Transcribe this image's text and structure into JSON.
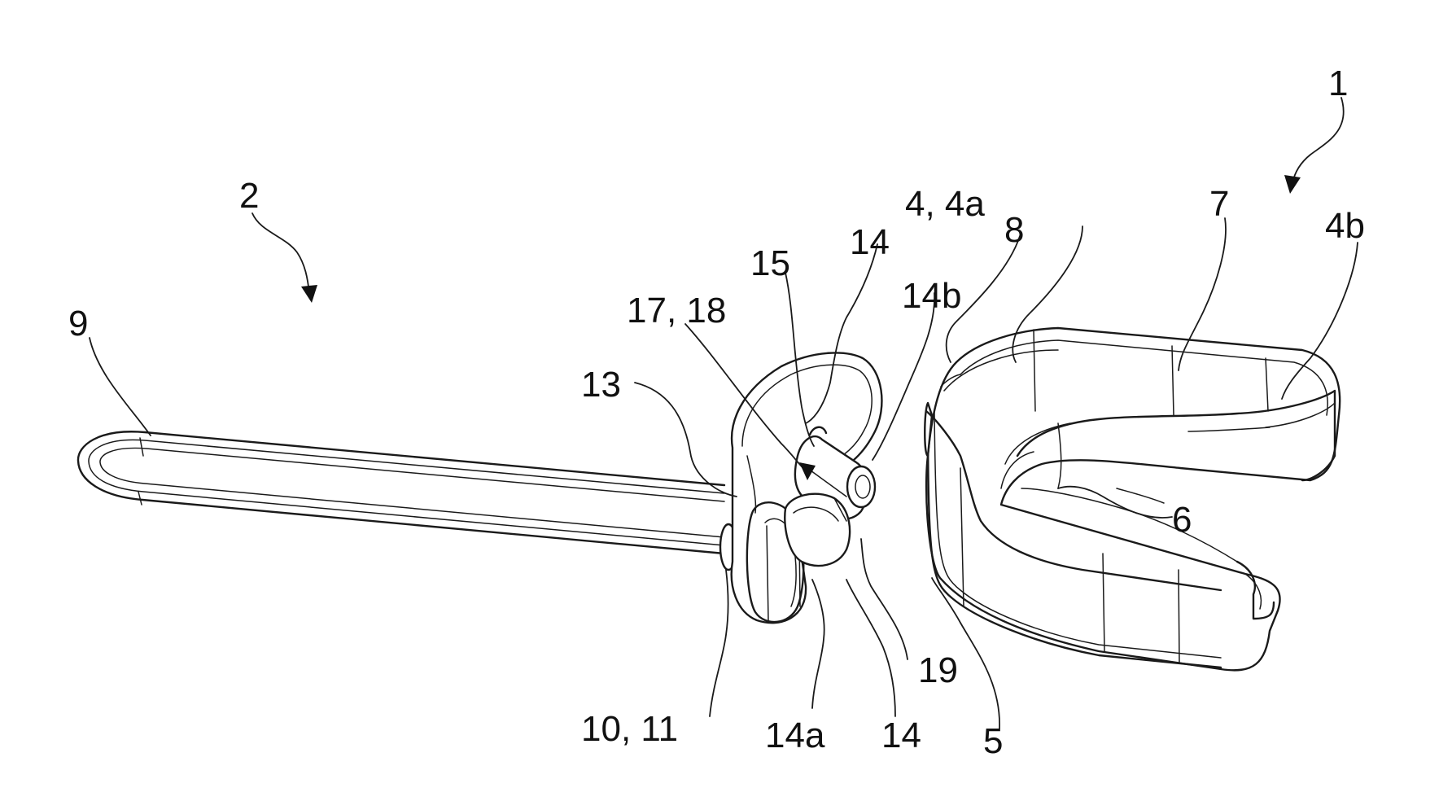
{
  "figure": {
    "labels": {
      "l1": "1",
      "l2": "2",
      "l4_4a": "4, 4a",
      "l4b": "4b",
      "l5": "5",
      "l6": "6",
      "l7": "7",
      "l8": "8",
      "l9": "9",
      "l10_11": "10, 11",
      "l13": "13",
      "l14_top": "14",
      "l14_bottom": "14",
      "l14a": "14a",
      "l14b": "14b",
      "l15": "15",
      "l17_18": "17, 18",
      "l19": "19"
    }
  }
}
